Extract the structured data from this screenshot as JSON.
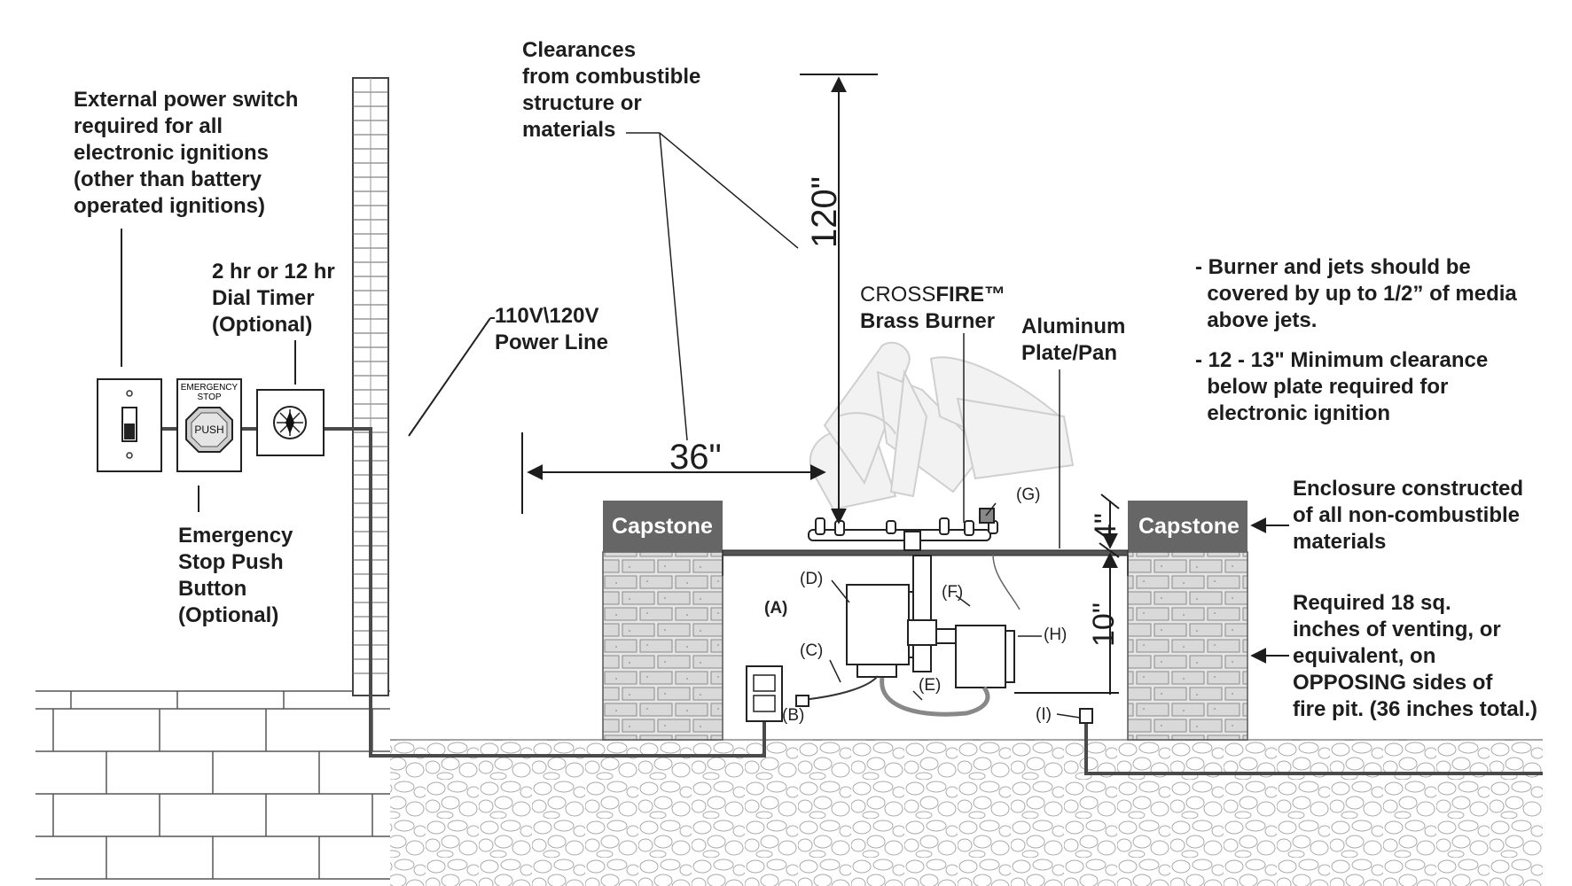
{
  "labels": {
    "external_switch": "External power switch\nrequired for all\nelectronic ignitions\n(other than battery\noperated ignitions)",
    "dial_timer": "2 hr or 12 hr\nDial Timer\n(Optional)",
    "emergency_stop": "Emergency\nStop Push\nButton\n(Optional)",
    "power_line": "110V\\120V\nPower Line",
    "clearances": "Clearances\nfrom combustible\nstructure or\nmaterials",
    "crossfire_prefix": "CROSS",
    "crossfire_bold": "FIRE™",
    "brass_burner": "Brass Burner",
    "aluminum_plate": "Aluminum\nPlate/Pan",
    "note_1": "- Burner and jets should be\n  covered by up to 1/2” of media\n  above jets.",
    "note_2": "- 12 - 13\" Minimum clearance\n  below plate required for\n  electronic ignition",
    "enclosure": "Enclosure constructed\nof all non-combustible\nmaterials",
    "venting": "Required 18 sq.\ninches of venting, or\nequivalent, on\nOPPOSING sides of\nfire pit. (36 inches total.)"
  },
  "dimensions": {
    "horizontal": "36\"",
    "vertical": "120\"",
    "plate_height": "4\"",
    "enclosure_height": "10\""
  },
  "capstone": {
    "left": "Capstone",
    "right": "Capstone"
  },
  "parts": {
    "a": "(A)",
    "b": "(B)",
    "c": "(C)",
    "d": "(D)",
    "e": "(E)",
    "f": "(F)",
    "g": "(G)",
    "h": "(H)",
    "i": "(I)"
  },
  "devices": {
    "emergency_title": "EMERGENCY\nSTOP",
    "push": "PUSH"
  },
  "colors": {
    "line": "#1d1d1d",
    "capstone": "#666666",
    "brick_fill": "#e8e8e8",
    "wire": "#555555"
  }
}
